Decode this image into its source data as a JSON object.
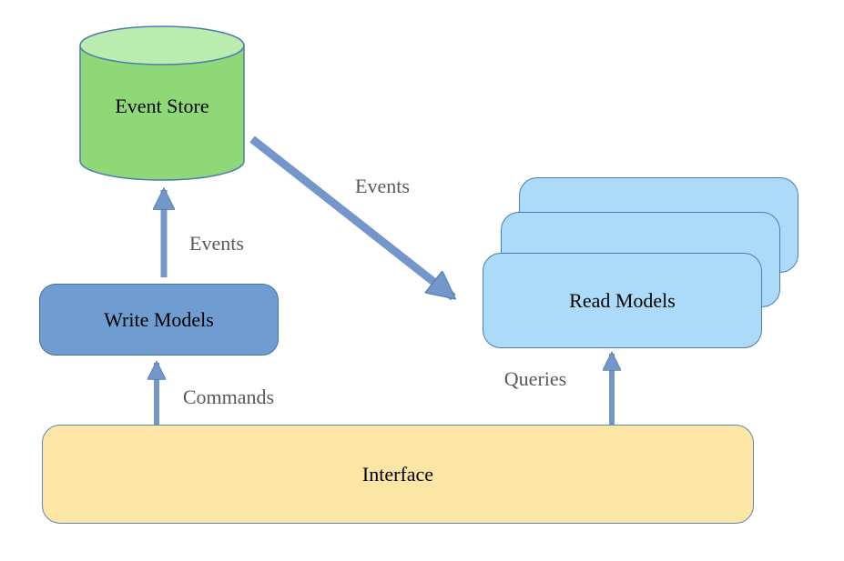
{
  "nodes": {
    "event_store": {
      "label": "Event Store",
      "fill": "#8FD878",
      "top_fill": "#B9ECAE",
      "border": "#4E7CAE"
    },
    "write_models": {
      "label": "Write Models",
      "fill": "#6F9DD1",
      "border": "#46719C"
    },
    "read_models": {
      "label": "Read Models",
      "fill": "#ABDBF8",
      "border": "#4E7CAE",
      "stack_count": 3
    },
    "interface": {
      "label": "Interface",
      "fill": "#FBE6A5",
      "border": "#5B86B8"
    }
  },
  "edges": {
    "events_write_to_store": {
      "label": "Events",
      "from": "write_models",
      "to": "event_store"
    },
    "events_store_to_read": {
      "label": "Events",
      "from": "event_store",
      "to": "read_models"
    },
    "commands": {
      "label": "Commands",
      "from": "interface",
      "to": "write_models"
    },
    "queries": {
      "label": "Queries",
      "from": "interface",
      "to": "read_models"
    }
  },
  "colors": {
    "arrow": "#7397CB",
    "edge_label_text": "#595959",
    "node_text": "#000000",
    "background": "#FFFFFF"
  }
}
